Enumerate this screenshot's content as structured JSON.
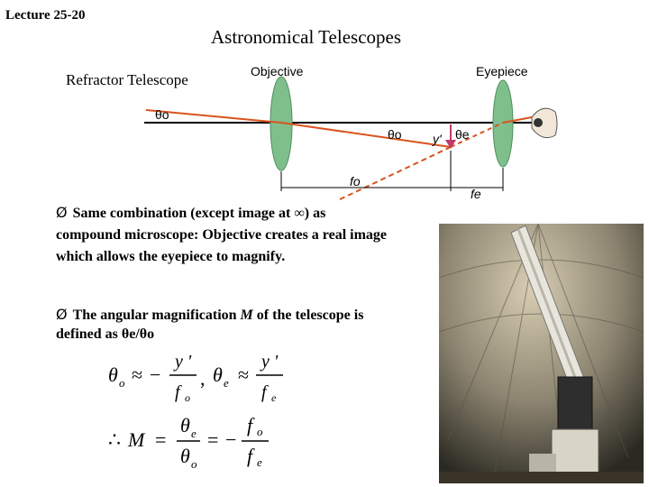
{
  "header": {
    "lecture": "Lecture 25-20",
    "title": "Astronomical Telescopes",
    "subtitle": "Refractor Telescope"
  },
  "diagram": {
    "objective_label": "Objective",
    "eyepiece_label": "Eyepiece",
    "theta_o": "θo",
    "theta_e": "θe",
    "y_prime": "y'",
    "f_o": "fo",
    "f_e": "fe"
  },
  "bullets": {
    "b1_arrow": "Ø",
    "b1_text": "Same combination (except image at ∞) as compound microscope: Objective creates a real image which allows the eyepiece to magnify.",
    "b2_arrow": "Ø",
    "b2_text_a": "The angular magnification ",
    "b2_M": "M",
    "b2_text_b": " of the telescope is defined as θe/θo"
  },
  "equations": {
    "theta_o": "θ",
    "sub_o": "o",
    "approx": "≈",
    "minus": "−",
    "y_prime": "y '",
    "f": "f",
    "sub_e": "e",
    "comma": ",",
    "therefore": "∴",
    "M": "M",
    "equals": "="
  },
  "colors": {
    "ray": "#d9531e",
    "lens": "#7fbf8c",
    "axis": "#000000"
  }
}
